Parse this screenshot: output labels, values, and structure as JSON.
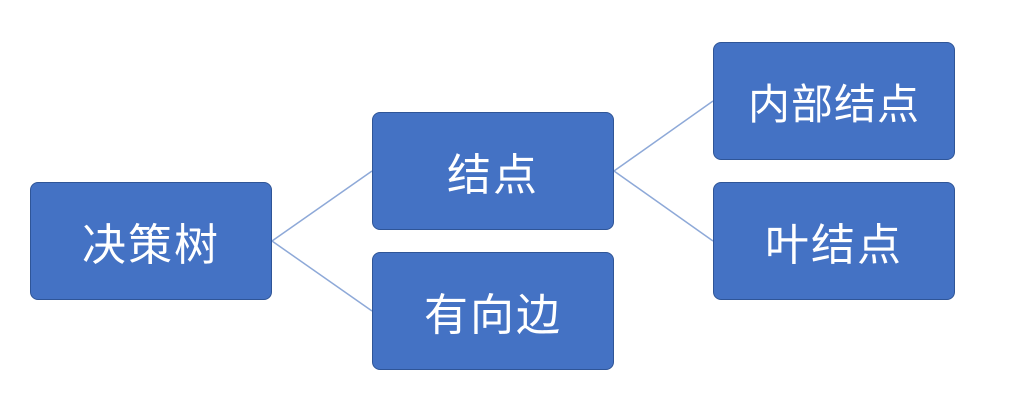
{
  "diagram": {
    "colors": {
      "node_fill": "#4472C4",
      "node_border": "#2F5597",
      "connector": "#8EA9D8"
    },
    "nodes": {
      "root": {
        "label": "决策树"
      },
      "node": {
        "label": "结点"
      },
      "edge": {
        "label": "有向边"
      },
      "inner": {
        "label": "内部结点"
      },
      "leaf": {
        "label": "叶结点"
      }
    },
    "edges": [
      {
        "from": "root",
        "to": "node"
      },
      {
        "from": "root",
        "to": "edge"
      },
      {
        "from": "node",
        "to": "inner"
      },
      {
        "from": "node",
        "to": "leaf"
      }
    ]
  }
}
